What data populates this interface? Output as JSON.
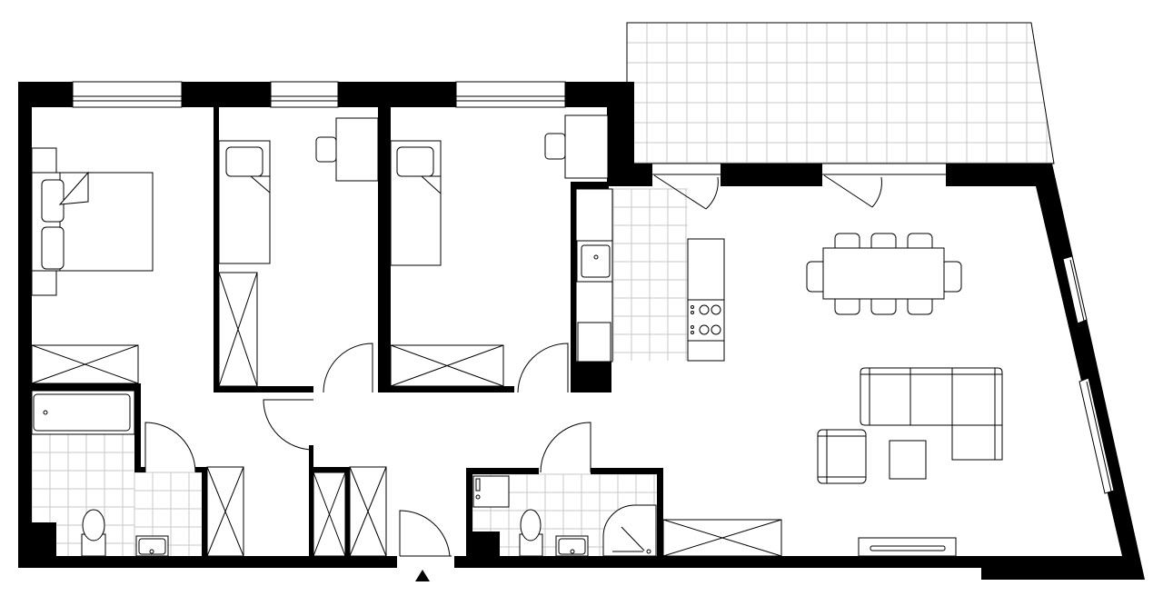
{
  "colors": {
    "wall": "#000000",
    "floor": "#ffffff",
    "line": "#000000",
    "tile_grid": "#c8c8c8"
  },
  "rooms": [
    "bedroom-master",
    "bedroom-2",
    "bedroom-3",
    "bathroom-1",
    "bathroom-2",
    "kitchen",
    "living-dining",
    "hall",
    "balcony"
  ],
  "icons": [
    "entrance-arrow-icon",
    "bed-icon",
    "desk-icon",
    "wardrobe-icon",
    "bathtub-icon",
    "toilet-icon",
    "sink-icon",
    "shower-icon",
    "washing-machine-icon",
    "stove-icon",
    "dining-table-icon",
    "sofa-icon",
    "armchair-icon",
    "tv-unit-icon"
  ]
}
